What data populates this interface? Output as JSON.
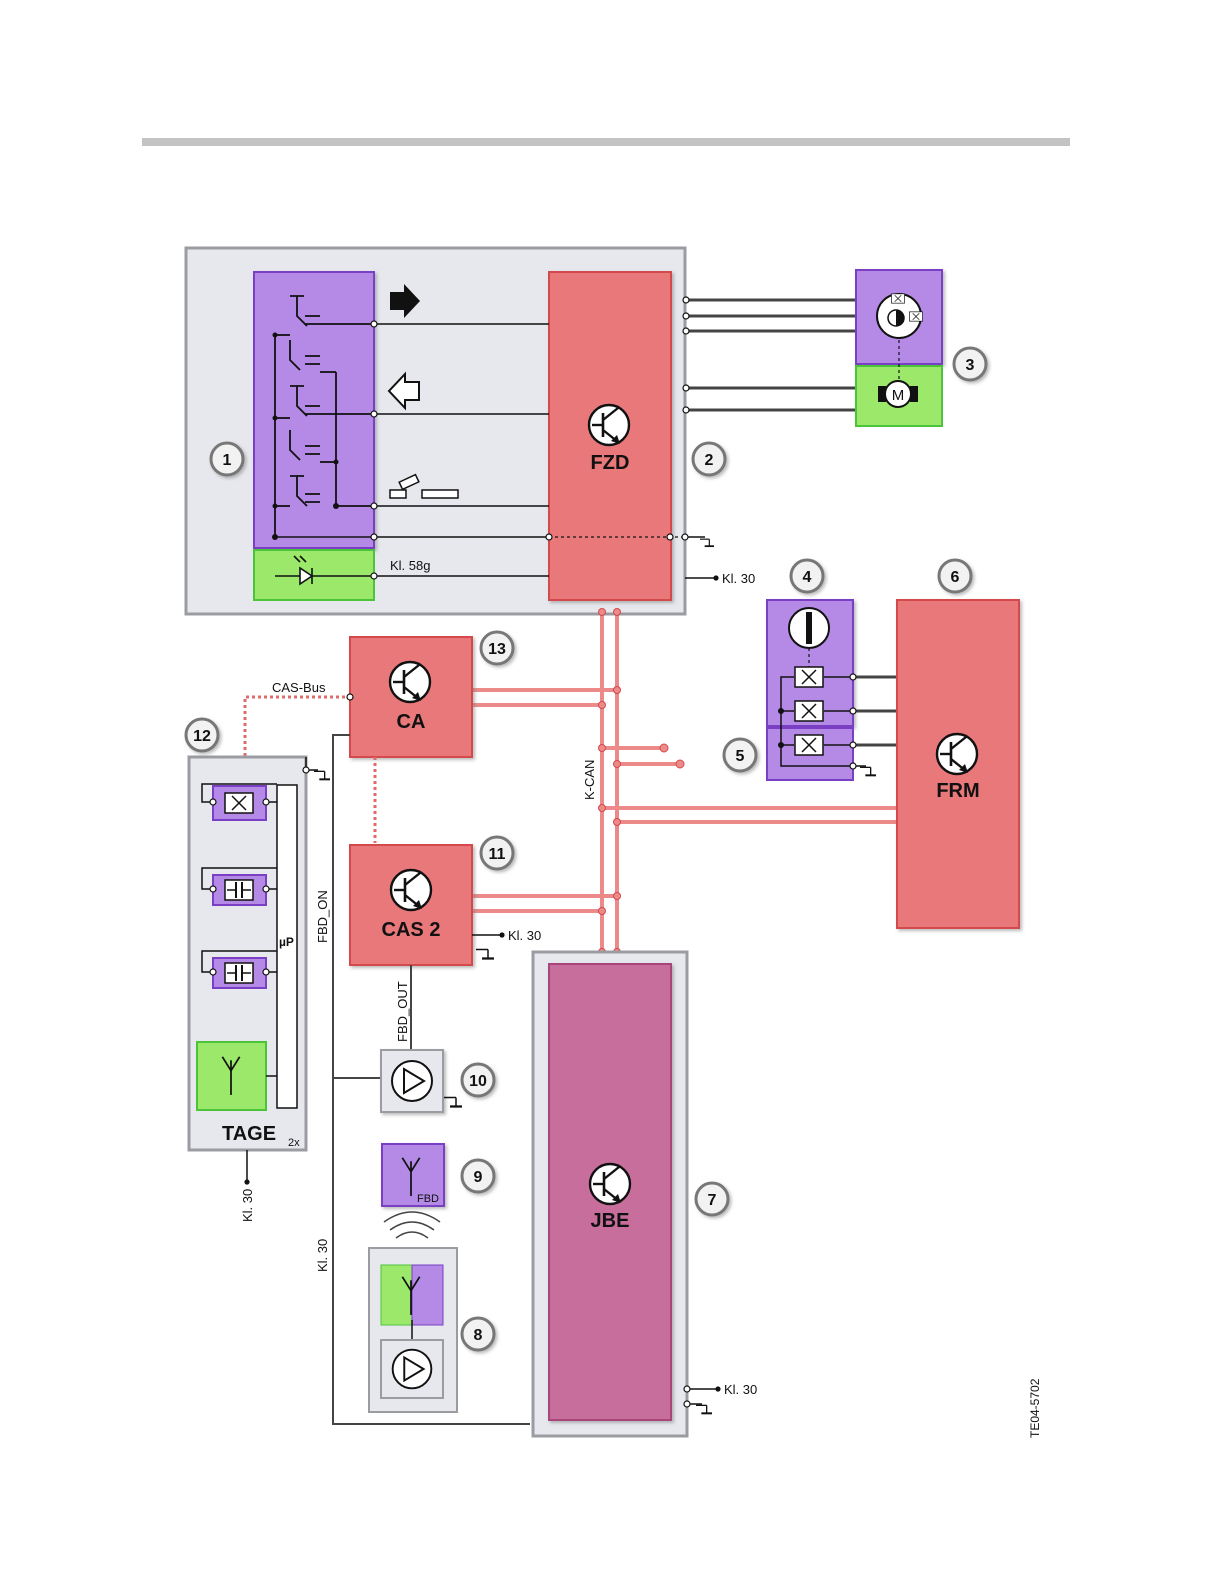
{
  "colors": {
    "header_bar": "#c3c3c3",
    "ecu_red": "#e8787a",
    "ecu_red_edge": "#d44a4c",
    "jbe_pink": "#c86e9c",
    "purple": "#b48ae6",
    "purple_edge": "#7a3fc4",
    "green": "#9be86a",
    "green_edge": "#4cc43a",
    "gray_box": "#e6e8ee",
    "gray_edge": "#9a9ca2",
    "kcan": "#ec8a8a"
  },
  "modules": {
    "fzd": "FZD",
    "ca": "CA",
    "cas2": "CAS 2",
    "frm": "FRM",
    "jbe": "JBE",
    "tage": "TAGE"
  },
  "labels": {
    "kl30": "Kl. 30",
    "kl58g": "Kl. 58g",
    "cas_bus": "CAS-Bus",
    "k_can": "K-CAN",
    "fbd_on": "FBD_ON",
    "fbd_out": "FBD_OUT",
    "up": "µP",
    "fbd": "FBD",
    "multiplier": "2x",
    "figure_code": "TE04-5702",
    "motor": "M"
  },
  "callouts": [
    "1",
    "2",
    "3",
    "4",
    "5",
    "6",
    "7",
    "8",
    "9",
    "10",
    "11",
    "12",
    "13"
  ],
  "icons": [
    "transistor-icon",
    "arrow-forward-icon",
    "arrow-back-icon",
    "sunroof-tilt-icon",
    "led-icon",
    "motor-icon",
    "antenna-icon",
    "amplifier-icon",
    "switch-icon",
    "capacitor-icon",
    "sensor-icon",
    "ground-icon"
  ]
}
